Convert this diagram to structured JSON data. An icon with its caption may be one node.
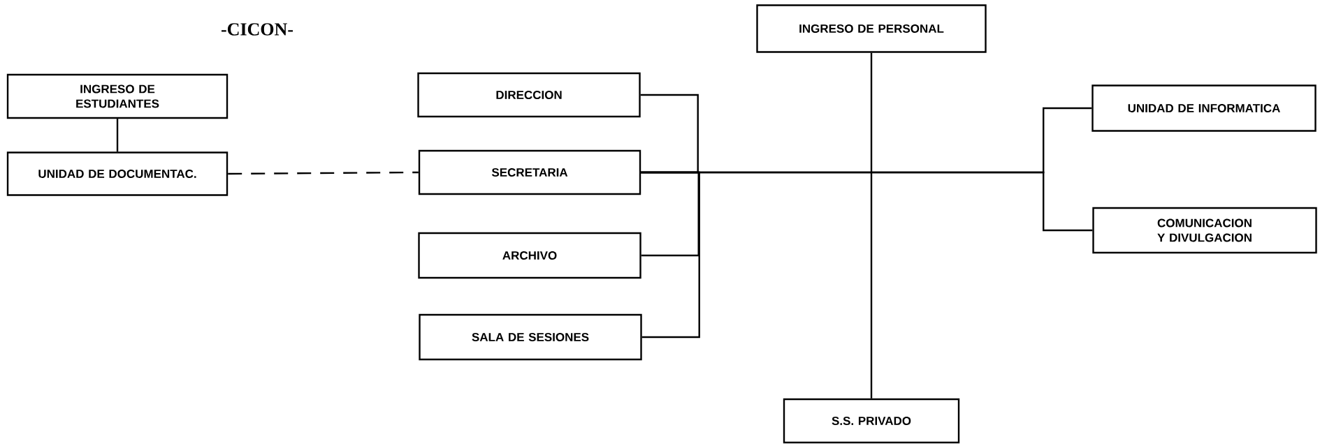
{
  "diagram": {
    "title": "-CICON-",
    "nodes": [
      {
        "text": [
          "INGRESO DE ESTUDIANTES"
        ]
      },
      {
        "text": [
          "UNIDAD DE DOCUMENTAC."
        ]
      },
      {
        "text": [
          "DIRECCION"
        ]
      },
      {
        "text": [
          "SECRETARIA"
        ]
      },
      {
        "text": [
          "ARCHIVO"
        ]
      },
      {
        "text": [
          "SALA DE SESIONES"
        ]
      },
      {
        "text": [
          "INGRESO DE PERSONAL"
        ]
      },
      {
        "text": [
          "S.S. PRIVADO"
        ]
      },
      {
        "text": [
          "UNIDAD DE INFORMATICA"
        ]
      },
      {
        "text": [
          "COMUNICACION Y DIVULGACION"
        ]
      }
    ],
    "edges": [
      {
        "from": 0,
        "to": 1,
        "arrow": "none"
      },
      {
        "from": 1,
        "to": 3,
        "arrow": "none",
        "style": "dashed"
      },
      {
        "from": 2,
        "to": 3,
        "arrow": "none"
      },
      {
        "from": 4,
        "to": 3,
        "arrow": "none"
      },
      {
        "from": 5,
        "to": 3,
        "arrow": "none"
      },
      {
        "from": 3,
        "to": 8,
        "arrow": "none"
      },
      {
        "from": 3,
        "to": 9,
        "arrow": "none"
      },
      {
        "from": 6,
        "to": 7,
        "arrow": "none"
      }
    ]
  }
}
